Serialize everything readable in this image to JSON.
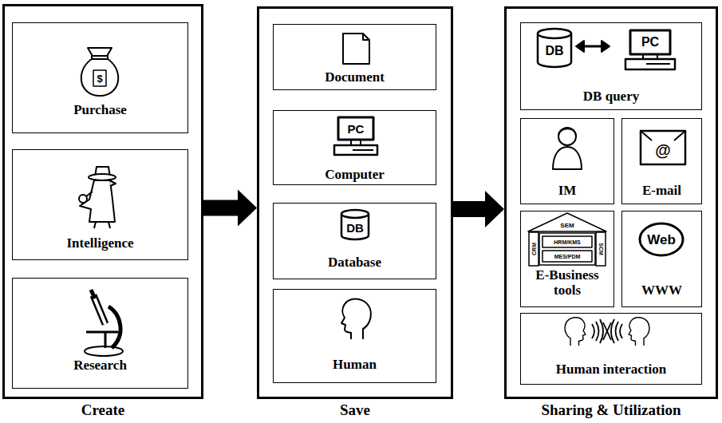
{
  "diagram": {
    "nodes": [
      {
        "text": [
          "Create"
        ]
      },
      {
        "text": [
          "Purchase"
        ],
        "in": 0
      },
      {
        "text": [
          "Intelligence"
        ],
        "in": 0
      },
      {
        "text": [
          "Research"
        ],
        "in": 0
      },
      {
        "text": [
          "Save"
        ]
      },
      {
        "text": [
          "Document"
        ],
        "in": 4
      },
      {
        "text": [
          "Computer"
        ],
        "in": 4
      },
      {
        "text": [
          "Database"
        ],
        "in": 4
      },
      {
        "text": [
          "Human"
        ],
        "in": 4
      },
      {
        "text": [
          "Sharing & Utilization"
        ]
      },
      {
        "text": [
          "DB query"
        ],
        "in": 9
      },
      {
        "text": [
          "IM"
        ],
        "in": 9
      },
      {
        "text": [
          "E-mail"
        ],
        "in": 9
      },
      {
        "text": [
          "E-Business tools"
        ],
        "in": 9
      },
      {
        "text": [
          "WWW"
        ],
        "in": 9
      },
      {
        "text": [
          "Human interaction"
        ],
        "in": 9
      }
    ],
    "edges": [
      {
        "from": 0,
        "to": 4,
        "arrow": "to"
      },
      {
        "from": 4,
        "to": 9,
        "arrow": "to"
      }
    ],
    "labels": [
      "$",
      "PC",
      "DB",
      "DB",
      "PC",
      "@",
      "SEM",
      "HRM/KMS",
      "MES/PDM",
      "CRM",
      "SCM",
      "Web"
    ]
  }
}
